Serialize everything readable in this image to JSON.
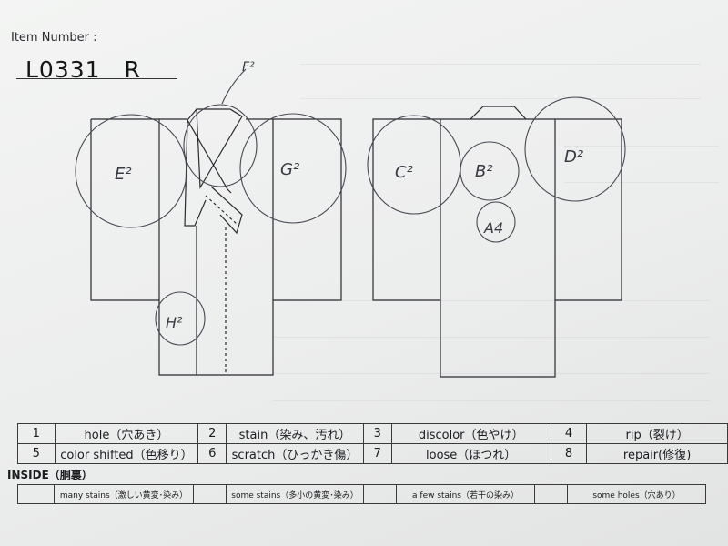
{
  "header": {
    "item_number_label": "Item Number :",
    "item_number_value": "L0331　R"
  },
  "diagram": {
    "front_marks": [
      {
        "id": "E",
        "label": "E²"
      },
      {
        "id": "F",
        "label": "F²"
      },
      {
        "id": "G",
        "label": "G²"
      },
      {
        "id": "H",
        "label": "H²"
      }
    ],
    "back_marks": [
      {
        "id": "C",
        "label": "C²"
      },
      {
        "id": "B",
        "label": "B²"
      },
      {
        "id": "D",
        "label": "D²"
      },
      {
        "id": "A",
        "label": "A4"
      }
    ]
  },
  "defect_legend": {
    "rows": [
      [
        {
          "num": "1",
          "label": "hole（穴あき）"
        },
        {
          "num": "2",
          "label": "stain（染み、汚れ）"
        },
        {
          "num": "3",
          "label": "discolor（色やけ）"
        },
        {
          "num": "4",
          "label": "rip（裂け）"
        }
      ],
      [
        {
          "num": "5",
          "label": "color shifted（色移り）"
        },
        {
          "num": "6",
          "label": "scratch（ひっかき傷）"
        },
        {
          "num": "7",
          "label": "loose（ほつれ）"
        },
        {
          "num": "8",
          "label": "repair(修復)"
        }
      ]
    ]
  },
  "inside": {
    "title": "INSIDE（胴裏）",
    "items": [
      "many stains（激しい黄変･染み）",
      "some stains（多小の黄変･染み）",
      "a few stains（若干の染み）",
      "some holes（穴あり）"
    ]
  },
  "colors": {
    "paper": "#eeefef",
    "ink": "#1e1e22",
    "pencil": "#3a3a44"
  }
}
